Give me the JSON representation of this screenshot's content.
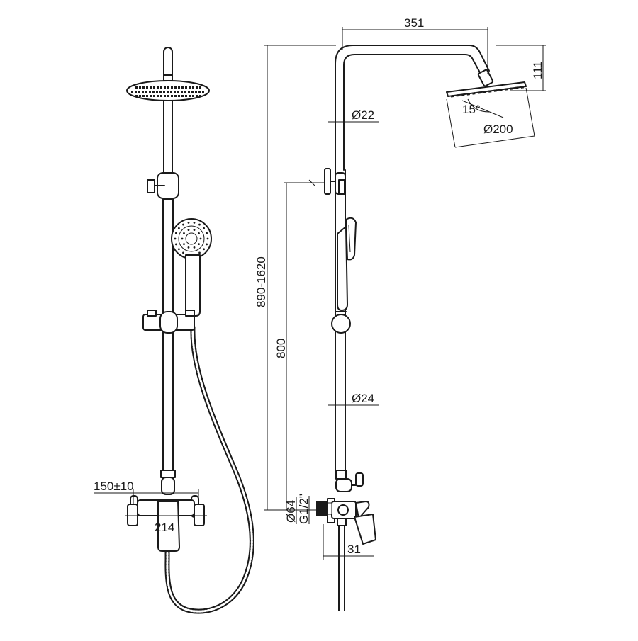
{
  "dimensions": {
    "head_projection": "351",
    "head_drop": "111",
    "top_pipe_dia": "Ø22",
    "head_angle": "15°",
    "head_dia": "Ø200",
    "total_height": "890-1620",
    "rail_height": "800",
    "rail_dia": "Ø24",
    "inlet_dia": "Ø64",
    "thread": "G1/2\"",
    "wall_offset": "31",
    "centers": "150±10",
    "mixer_width": "214"
  },
  "colors": {
    "line": "#1a1a1a",
    "background": "#ffffff"
  }
}
